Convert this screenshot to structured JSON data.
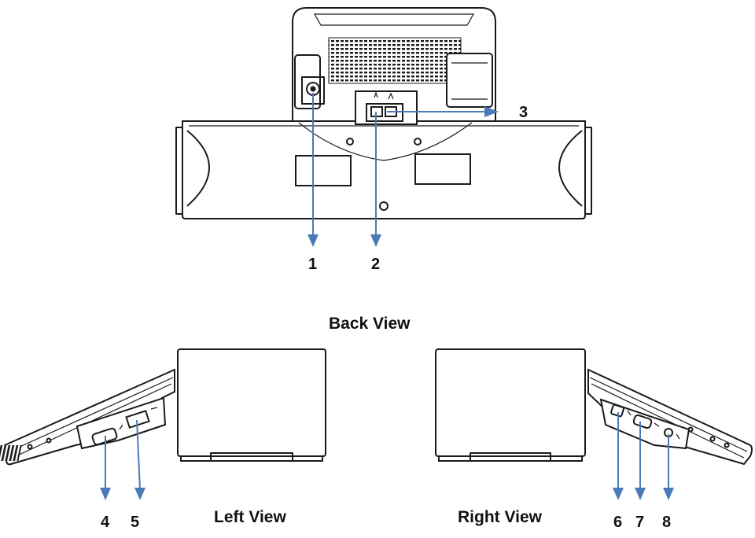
{
  "captions": {
    "back": "Back View",
    "left": "Left View",
    "right": "Right View"
  },
  "callouts": {
    "c1": "1",
    "c2": "2",
    "c3": "3",
    "c4": "4",
    "c5": "5",
    "c6": "6",
    "c7": "7",
    "c8": "8"
  },
  "colors": {
    "callout_arrow": "#4a7ab8",
    "line_art": "#1a1a1a",
    "background": "#ffffff"
  }
}
